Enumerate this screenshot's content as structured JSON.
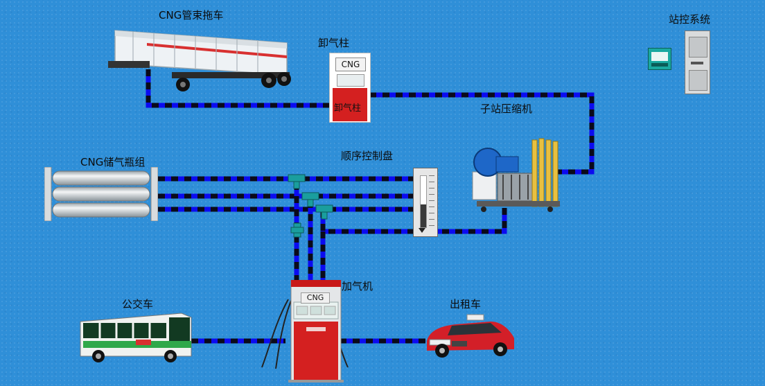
{
  "labels": {
    "tube_trailer": "CNG管束拖车",
    "unloading_post": "卸气柱",
    "station_control": "站控系统",
    "compressor": "子站压缩机",
    "sequence_panel": "顺序控制盘",
    "storage_bank": "CNG储气瓶组",
    "dispenser": "加气机",
    "bus": "公交车",
    "taxi": "出租车"
  },
  "equipment_text": {
    "unloading_post_top": "CNG",
    "unloading_post_body": "卸气柱",
    "dispenser_top": "CNG"
  },
  "colors": {
    "background": "#2f8fd8",
    "pipe_blue": "#0b0bf0",
    "pipe_dark": "#0a0a1a",
    "equipment_red": "#d42020",
    "valve_teal": "#1a9e9e"
  }
}
